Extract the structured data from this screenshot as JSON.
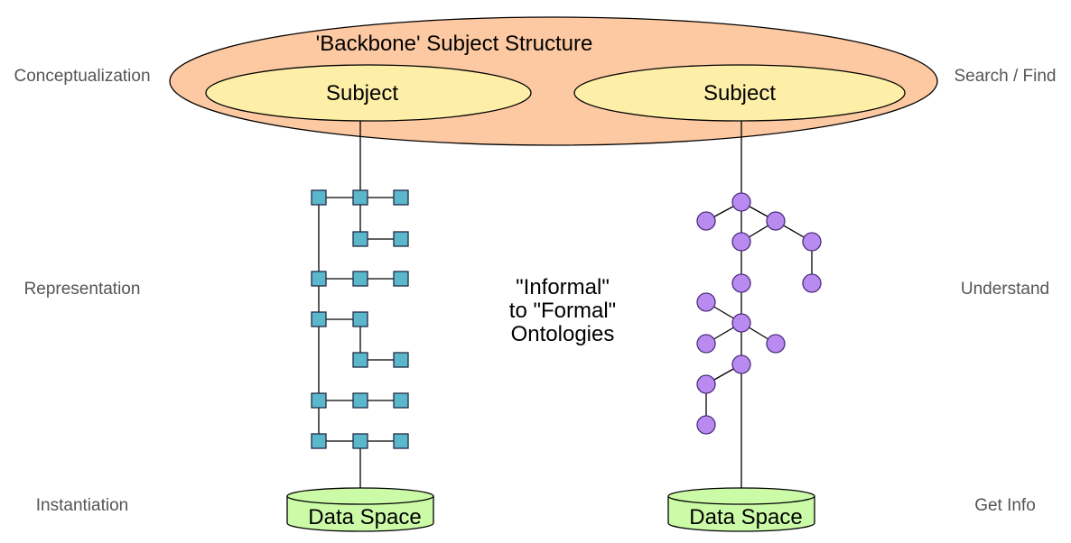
{
  "diagram": {
    "backbone_title": "'Backbone' Subject Structure",
    "subject_left": "Subject",
    "subject_right": "Subject",
    "center_lines": [
      "\"Informal\"",
      "to \"Formal\"",
      "Ontologies"
    ],
    "data_space_left": "Data Space",
    "data_space_right": "Data Space",
    "left_labels": {
      "top": "Conceptualization",
      "middle": "Representation",
      "bottom": "Instantiation"
    },
    "right_labels": {
      "top": "Search / Find",
      "middle": "Understand",
      "bottom": "Get Info"
    },
    "colors": {
      "backbone_fill": "#fdc9a2",
      "subject_fill": "#fdefa8",
      "square_node_fill": "#5bb8cc",
      "circle_node_fill": "#b98af0",
      "data_space_fill": "#ccfba8",
      "side_label_color": "#555555"
    }
  }
}
